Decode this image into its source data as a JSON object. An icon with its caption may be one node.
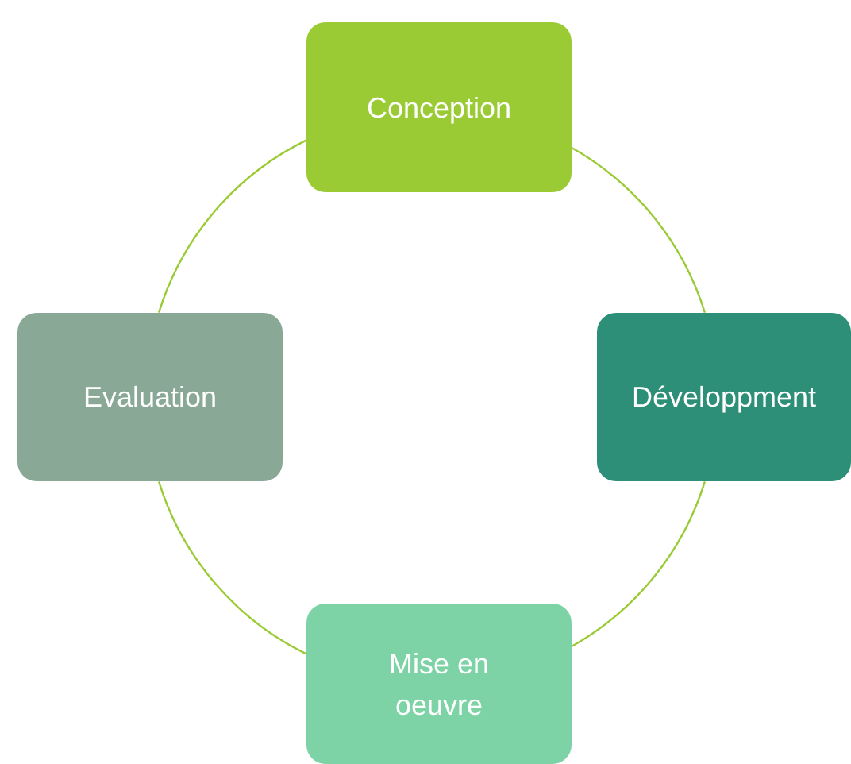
{
  "diagram": {
    "nodes": [
      {
        "text": [
          "Conception"
        ]
      },
      {
        "text": [
          "Développment"
        ]
      },
      {
        "text": [
          "Mise en oeuvre"
        ]
      },
      {
        "text": [
          "Evaluation"
        ]
      }
    ],
    "edges": [
      {
        "from": 0,
        "to": 1,
        "arrow": "none"
      },
      {
        "from": 1,
        "to": 2,
        "arrow": "none"
      },
      {
        "from": 2,
        "to": 3,
        "arrow": "none"
      },
      {
        "from": 3,
        "to": 0,
        "arrow": "none"
      }
    ]
  }
}
